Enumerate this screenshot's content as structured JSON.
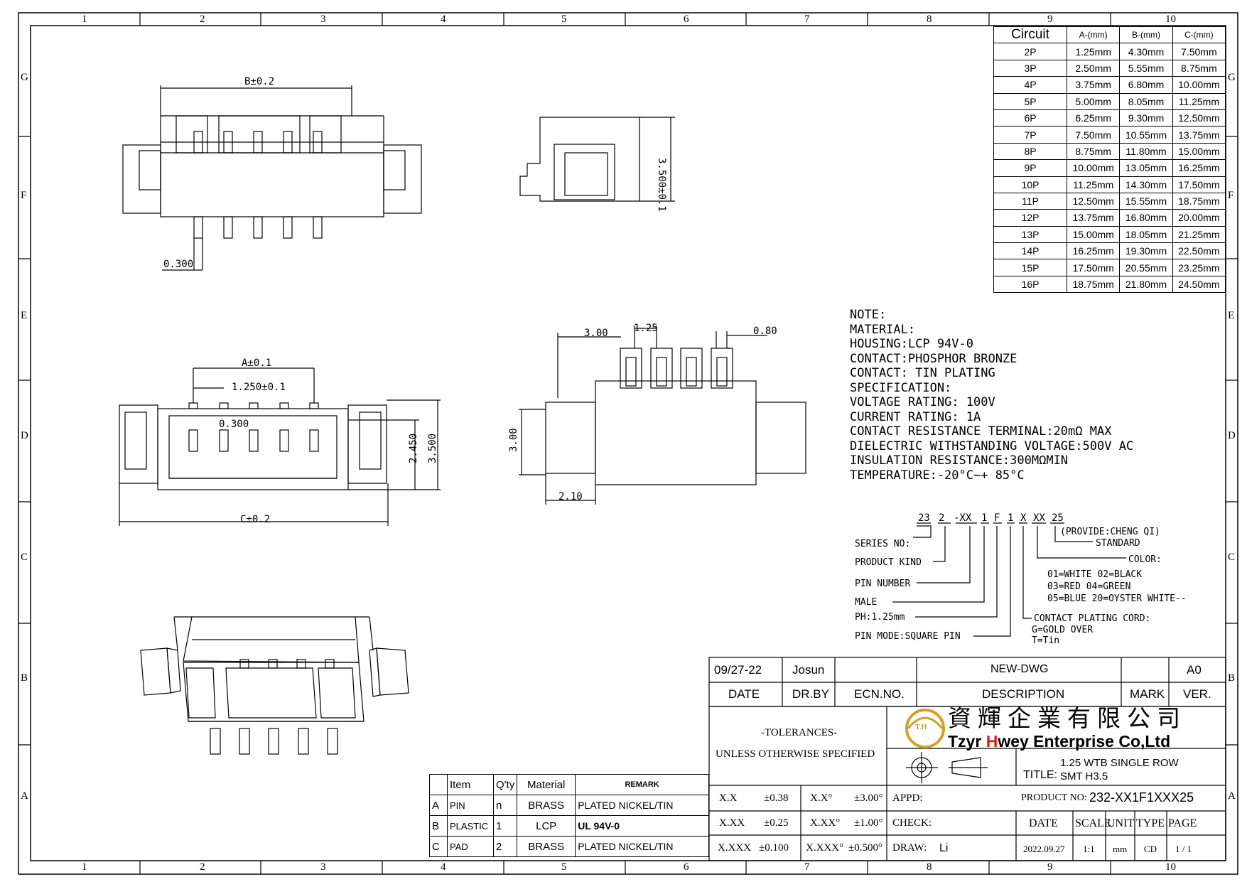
{
  "frame": {
    "col_labels": [
      "1",
      "2",
      "3",
      "4",
      "5",
      "6",
      "7",
      "8",
      "9",
      "10"
    ],
    "row_labels": [
      "G",
      "F",
      "E",
      "D",
      "C",
      "B",
      "A"
    ]
  },
  "dimensions": {
    "top_width": "B±0.2",
    "top_pin": "0.300",
    "side_height": "3.500±0.1",
    "front_a": "A±0.1",
    "front_pitch": "1.250±0.1",
    "front_pin": "0.300",
    "front_h1": "2.450",
    "front_h2": "3.500",
    "front_c": "C±0.2",
    "right_3": "3.00",
    "right_125": "1.25",
    "right_080": "0.80",
    "right_h": "3.00",
    "right_210": "2.10"
  },
  "circuit_table": {
    "headers": [
      "Circuit",
      "A-(mm)",
      "B-(mm)",
      "C-(mm)"
    ],
    "rows": [
      [
        "2P",
        "1.25mm",
        "4.30mm",
        "7.50mm"
      ],
      [
        "3P",
        "2.50mm",
        "5.55mm",
        "8.75mm"
      ],
      [
        "4P",
        "3.75mm",
        "6.80mm",
        "10.00mm"
      ],
      [
        "5P",
        "5.00mm",
        "8.05mm",
        "11.25mm"
      ],
      [
        "6P",
        "6.25mm",
        "9.30mm",
        "12.50mm"
      ],
      [
        "7P",
        "7.50mm",
        "10.55mm",
        "13.75mm"
      ],
      [
        "8P",
        "8.75mm",
        "11.80mm",
        "15.00mm"
      ],
      [
        "9P",
        "10.00mm",
        "13.05mm",
        "16.25mm"
      ],
      [
        "10P",
        "11.25mm",
        "14.30mm",
        "17.50mm"
      ],
      [
        "11P",
        "12.50mm",
        "15.55mm",
        "18.75mm"
      ],
      [
        "12P",
        "13.75mm",
        "16.80mm",
        "20.00mm"
      ],
      [
        "13P",
        "15.00mm",
        "18.05mm",
        "21.25mm"
      ],
      [
        "14P",
        "16.25mm",
        "19.30mm",
        "22.50mm"
      ],
      [
        "15P",
        "17.50mm",
        "20.55mm",
        "23.25mm"
      ],
      [
        "16P",
        "18.75mm",
        "21.80mm",
        "24.50mm"
      ]
    ]
  },
  "notes": [
    "NOTE:",
    "MATERIAL:",
    "HOUSING:LCP 94V-0",
    "CONTACT:PHOSPHOR BRONZE",
    "CONTACT: TIN PLATING",
    "SPECIFICATION:",
    "VOLTAGE RATING: 100V",
    "CURRENT RATING: 1A",
    "CONTACT RESISTANCE TERMINAL:20mΩ MAX",
    "DIELECTRIC WITHSTANDING VOLTAGE:500V AC",
    "INSULATION RESISTANCE:300MΩMIN",
    "TEMPERATURE:-20°C~+ 85°C"
  ],
  "part_code": {
    "segments": [
      "23",
      "2",
      "-XX",
      "1",
      "F",
      "1",
      "X",
      "XX",
      "25"
    ],
    "series": "SERIES NO:",
    "kind": "PRODUCT KIND",
    "pin_number": "PIN NUMBER",
    "male": "MALE",
    "ph": "PH:1.25mm",
    "pin_mode": "PIN MODE:SQUARE PIN",
    "provide": "(PROVIDE:CHENG QI)",
    "standard": "STANDARD",
    "color": "COLOR:",
    "color_1": "01=WHITE 02=BLACK",
    "color_2": "03=RED  04=GREEN",
    "color_3": "05=BLUE 20=OYSTER WHITE--",
    "plating": "CONTACT PLATING CORD:",
    "plating_g": "G=GOLD OVER",
    "plating_t": "T=Tin"
  },
  "revision": {
    "date": "09/27-22",
    "by": "Josun",
    "ecn": "",
    "description": "NEW-DWG",
    "mark": "",
    "ver": "A0",
    "h_date": "DATE",
    "h_by": "DR.BY",
    "h_ecn": "ECN.NO.",
    "h_desc": "DESCRIPTION",
    "h_mark": "MARK",
    "h_ver": "VER."
  },
  "company": {
    "chinese": "資輝企業有限公司",
    "name_1": "Tzyr ",
    "name_h": "H",
    "name_2": "wey Enterprise Co,Ltd",
    "logo_text": "T.H"
  },
  "tolerances": {
    "title": "-TOLERANCES-",
    "subtitle": "UNLESS OTHERWISE SPECIFIED",
    "rows": [
      [
        "X.X",
        "±0.38",
        "X.X°",
        "±3.00°"
      ],
      [
        "X.XX",
        "±0.25",
        "X.XX°",
        "±1.00°"
      ],
      [
        "X.XXX",
        "±0.100",
        "X.XXX°",
        "±0.500°"
      ]
    ]
  },
  "titleblock": {
    "title_label": "TITLE:",
    "title_1": "1.25 WTB SINGLE ROW",
    "title_2": "SMT H3.5",
    "product_label": "PRODUCT NO:",
    "product_no": "232-XX1F1XXX25",
    "appd_label": "APPD:",
    "check_label": "CHECK:",
    "draw_label": "DRAW:",
    "draw_value": "Li",
    "h_date": "DATE",
    "h_scale": "SCALE",
    "h_unit": "UNIT",
    "h_type": "TYPE",
    "h_page": "PAGE",
    "v_date": "2022.09.27",
    "v_scale": "1:1",
    "v_unit": "mm",
    "v_type": "CD",
    "v_page": "1 / 1"
  },
  "bom": {
    "headers": [
      "",
      "Item",
      "Q'ty",
      "Material",
      "REMARK"
    ],
    "rows": [
      [
        "A",
        "PIN",
        "n",
        "BRASS",
        "PLATED NICKEL/TIN"
      ],
      [
        "B",
        "PLASTIC",
        "1",
        "LCP",
        "UL 94V-0"
      ],
      [
        "C",
        "PAD",
        "2",
        "BRASS",
        "PLATED NICKEL/TIN"
      ]
    ]
  }
}
